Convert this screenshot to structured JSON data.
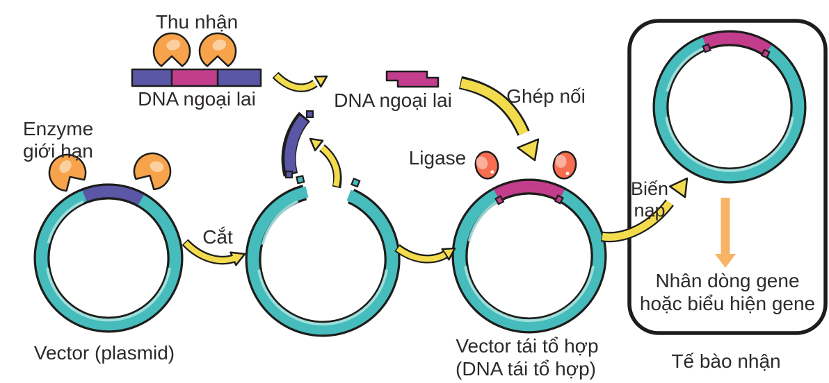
{
  "diagram": {
    "labels": {
      "collect": "Thu nhận",
      "foreign_dna_1": "DNA ngoại lai",
      "foreign_dna_2": "DNA ngoại lai",
      "restriction_enzyme_line1": "Enzyme",
      "restriction_enzyme_line2": "giới hạn",
      "cut": "Cắt",
      "ligase": "Ligase",
      "join": "Ghép nối",
      "transform_line1": "Biến",
      "transform_line2": "nạp",
      "vector_plasmid": "Vector (plasmid)",
      "recombinant_vector_line1": "Vector tái tổ hợp",
      "recombinant_vector_line2": "(DNA tái tổ hợp)",
      "gene_outcome_line1": "Nhân dòng gene",
      "gene_outcome_line2": "hoặc biểu hiện gene",
      "recipient_cell": "Tế bào nhận"
    },
    "colors": {
      "plasmid_ring": "#46bcbd",
      "plasmid_ring_highlight": "#a9e2df",
      "insert_segment_blue": "#5a57a6",
      "foreign_dna_pink": "#c23e8c",
      "enzyme_orange": "#f6a34b",
      "enzyme_orange_light": "#fbd0a0",
      "ligase_red": "#f76d51",
      "ligase_red_light": "#fbaf9d",
      "arrow_yellow": "#f2dc4e",
      "arrow_orange": "#f7b366",
      "outline_black": "#1d1d1b",
      "text_dark": "#2d2a28",
      "background": "#ffffff"
    }
  }
}
